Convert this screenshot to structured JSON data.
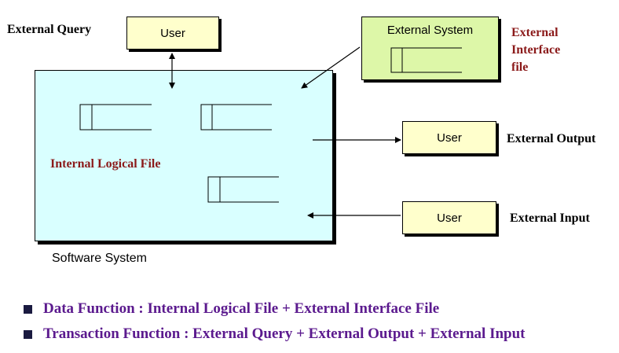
{
  "software_system": {
    "label": "Software System",
    "internal_label": "Internal Logical File"
  },
  "external_query": {
    "label": "External Query",
    "user": "User"
  },
  "external_system": {
    "box_label": "External System",
    "side_label": [
      "External",
      "Interface",
      "file"
    ]
  },
  "external_output": {
    "label": "External Output",
    "user": "User"
  },
  "external_input": {
    "label": "External Input",
    "user": "User"
  },
  "legend": [
    "Data Function : Internal Logical File + External Interface File",
    "Transaction Function : External Query + External Output + External Input"
  ],
  "colors": {
    "system_fill": "#d9ffff",
    "user_fill": "#ffffcc",
    "ext_system_fill": "#ddf7a8",
    "label_red": "#8b1a1a",
    "legend_purple": "#5b1a8e"
  }
}
